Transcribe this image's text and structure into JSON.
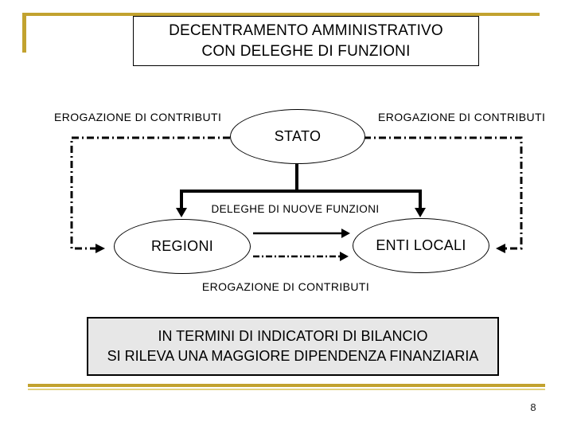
{
  "title": {
    "line1": "DECENTRAMENTO AMMINISTRATIVO",
    "line2": "CON DELEGHE DI FUNZIONI"
  },
  "labels": {
    "top_left": "EROGAZIONE DI CONTRIBUTI",
    "top_right": "EROGAZIONE DI CONTRIBUTI",
    "branch": "DELEGHE DI NUOVE FUNZIONI",
    "bottom_center": "EROGAZIONE DI CONTRIBUTI"
  },
  "nodes": {
    "stato": "STATO",
    "regioni": "REGIONI",
    "enti_locali": "ENTI LOCALI"
  },
  "callout": {
    "line1": "IN TERMINI DI INDICATORI DI BILANCIO",
    "line2": "SI RILEVA UNA MAGGIORE DIPENDENZA FINANZIARIA"
  },
  "footer": {
    "page_number": "8"
  },
  "colors": {
    "accent_gold": "#C2A22F",
    "accent_gold_light": "#E3D27E",
    "callout_bg": "#E7E7E7",
    "line_color": "#000000"
  }
}
